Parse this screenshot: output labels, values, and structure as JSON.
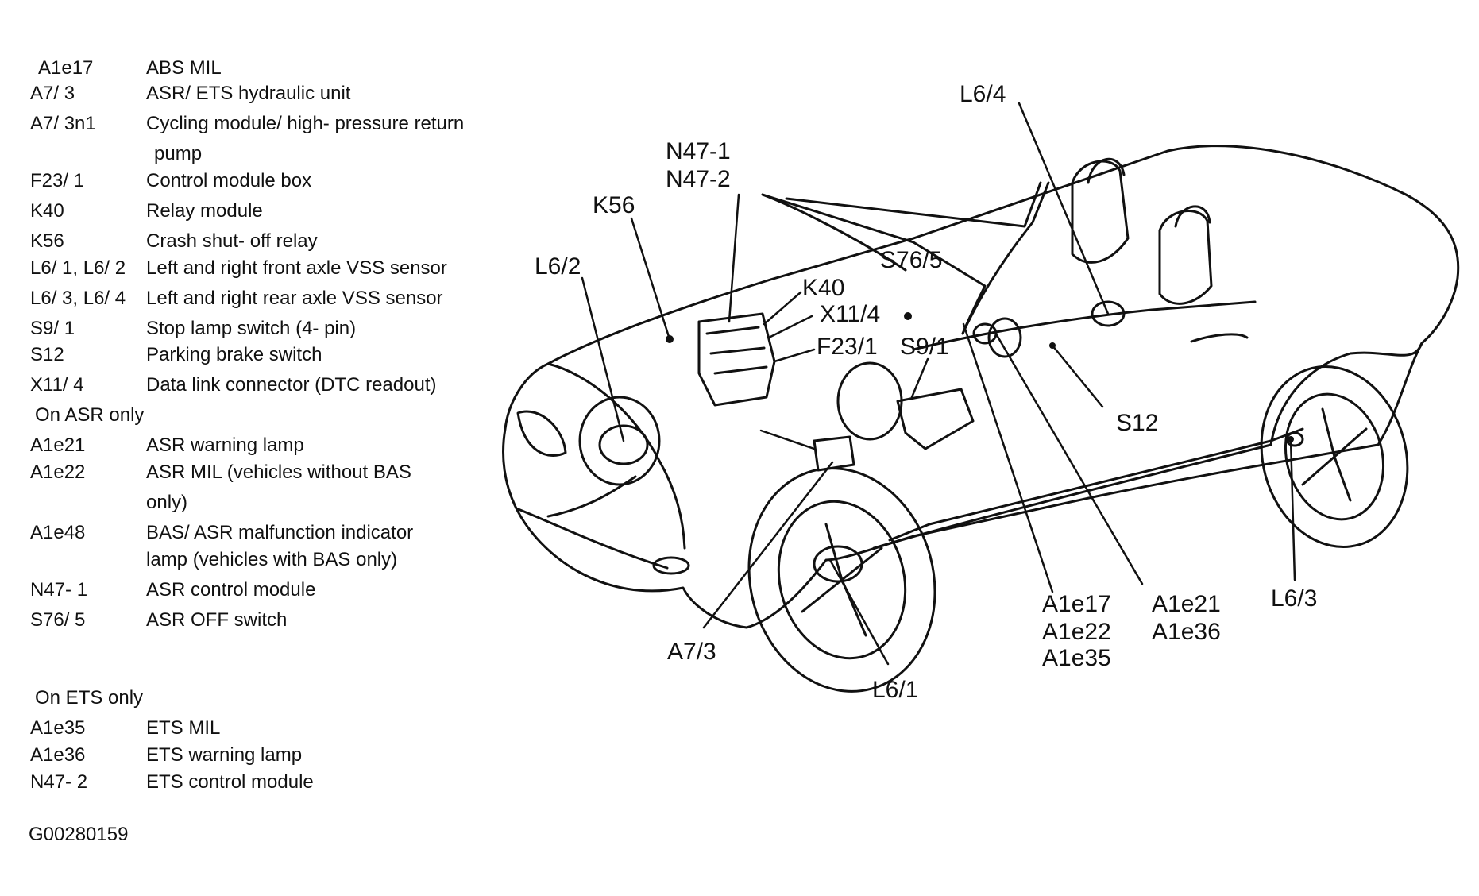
{
  "legend": {
    "items": [
      {
        "code": "A1e17",
        "desc": "ABS MIL"
      },
      {
        "code": "A7/ 3",
        "desc": "ASR/ ETS hydraulic unit"
      },
      {
        "code": "A7/ 3n1",
        "desc": "Cycling module/ high- pressure return",
        "desc2": "pump"
      },
      {
        "code": "F23/ 1",
        "desc": "Control module box"
      },
      {
        "code": "K40",
        "desc": "Relay module"
      },
      {
        "code": "K56",
        "desc": "Crash shut- off   relay"
      },
      {
        "code": "L6/ 1, L6/ 2",
        "desc": "Left and right front axle VSS sensor"
      },
      {
        "code": "L6/ 3, L6/ 4",
        "desc": "Left and right rear axle VSS sensor"
      },
      {
        "code": "S9/ 1",
        "desc": "Stop lamp switch (4- pin)"
      },
      {
        "code": "S12",
        "desc": "Parking brake switch"
      },
      {
        "code": "X11/ 4",
        "desc": "Data link connector (DTC readout)"
      }
    ],
    "asr_heading": "On ASR only",
    "asr_items": [
      {
        "code": "A1e21",
        "desc": "ASR warning lamp"
      },
      {
        "code": "A1e22",
        "desc": "ASR MIL (vehicles without BAS",
        "desc2": "only)"
      },
      {
        "code": "A1e48",
        "desc": "BAS/ ASR malfunction    indicator",
        "desc2": "lamp (vehicles with BAS only)"
      },
      {
        "code": "N47- 1",
        "desc": "ASR control module"
      },
      {
        "code": "S76/ 5",
        "desc": "ASR OFF switch"
      }
    ],
    "ets_heading": "On ETS only",
    "ets_items": [
      {
        "code": "A1e35",
        "desc": "ETS MIL"
      },
      {
        "code": "A1e36",
        "desc": "ETS warning lamp"
      },
      {
        "code": "N47- 2",
        "desc": "ETS control module"
      }
    ]
  },
  "figure_id": "G00280159",
  "callouts": {
    "l64": "L6/4",
    "n471": "N47-1",
    "n472": "N47-2",
    "k56": "K56",
    "l62": "L6/2",
    "s765": "S76/5",
    "k40": "K40",
    "x114": "X11/4",
    "f231": "F23/1",
    "s91": "S9/1",
    "s12": "S12",
    "a1e17": "A1e17",
    "a1e22": "A1e22",
    "a1e35": "A1e35",
    "a1e21": "A1e21",
    "a1e36": "A1e36",
    "l63": "L6/3",
    "a73": "A7/3",
    "l61": "L6/1"
  }
}
